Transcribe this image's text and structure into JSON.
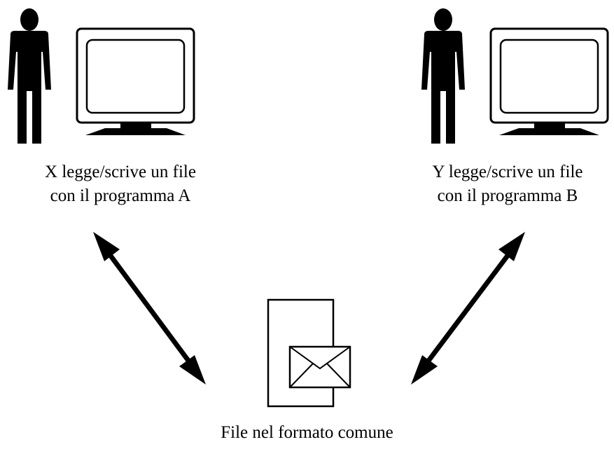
{
  "user_x": {
    "caption_line1": "X legge/scrive un file",
    "caption_line2": "con il programma A"
  },
  "user_y": {
    "caption_line1": "Y legge/scrive un file",
    "caption_line2": "con il programma B"
  },
  "shared_file": {
    "caption": "File nel formato comune"
  },
  "icons": [
    "person-icon",
    "monitor-icon",
    "document-icon",
    "envelope-icon",
    "double-arrow-icon"
  ]
}
